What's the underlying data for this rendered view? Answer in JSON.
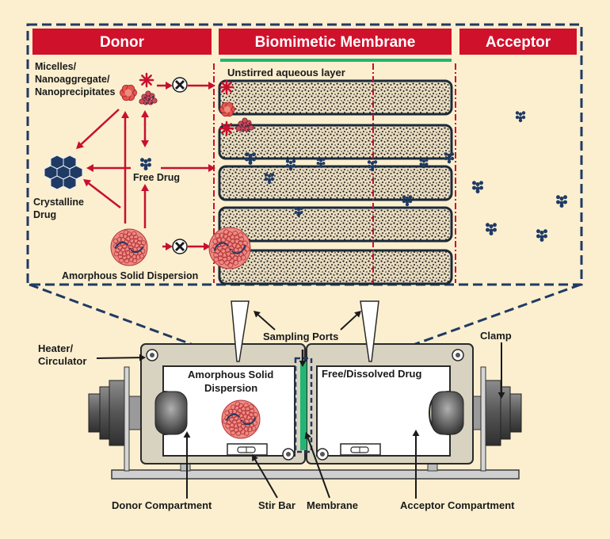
{
  "headers": {
    "donor": "Donor",
    "membrane": "Biomimetic Membrane",
    "acceptor": "Acceptor"
  },
  "zoom_labels": {
    "unstirred": "Unstirred aqueous layer",
    "micelles_1": "Micelles/",
    "micelles_2": "Nanoaggregate/",
    "micelles_3": "Nanoprecipitates",
    "free_drug": "Free Drug",
    "crystalline_1": "Crystalline",
    "crystalline_2": "Drug",
    "asd": "Amorphous Solid Dispersion"
  },
  "apparatus_labels": {
    "sampling_ports": "Sampling Ports",
    "heater_1": "Heater/",
    "heater_2": "Circulator",
    "clamp": "Clamp",
    "asd_1": "Amorphous Solid",
    "asd_2": "Dispersion",
    "free_dissolved": "Free/Dissolved Drug",
    "donor_compartment": "Donor Compartment",
    "stir_bar": "Stir Bar",
    "membrane": "Membrane",
    "acceptor_compartment": "Acceptor Compartment"
  },
  "colors": {
    "background": "#fbefcf",
    "header_red": "#d0112b",
    "arrow_red": "#c8102e",
    "membrane_green": "#22b573",
    "drug_navy": "#1f3a64",
    "dashed_navy": "#1f3a64",
    "asd_pink": "#ef8a82"
  }
}
